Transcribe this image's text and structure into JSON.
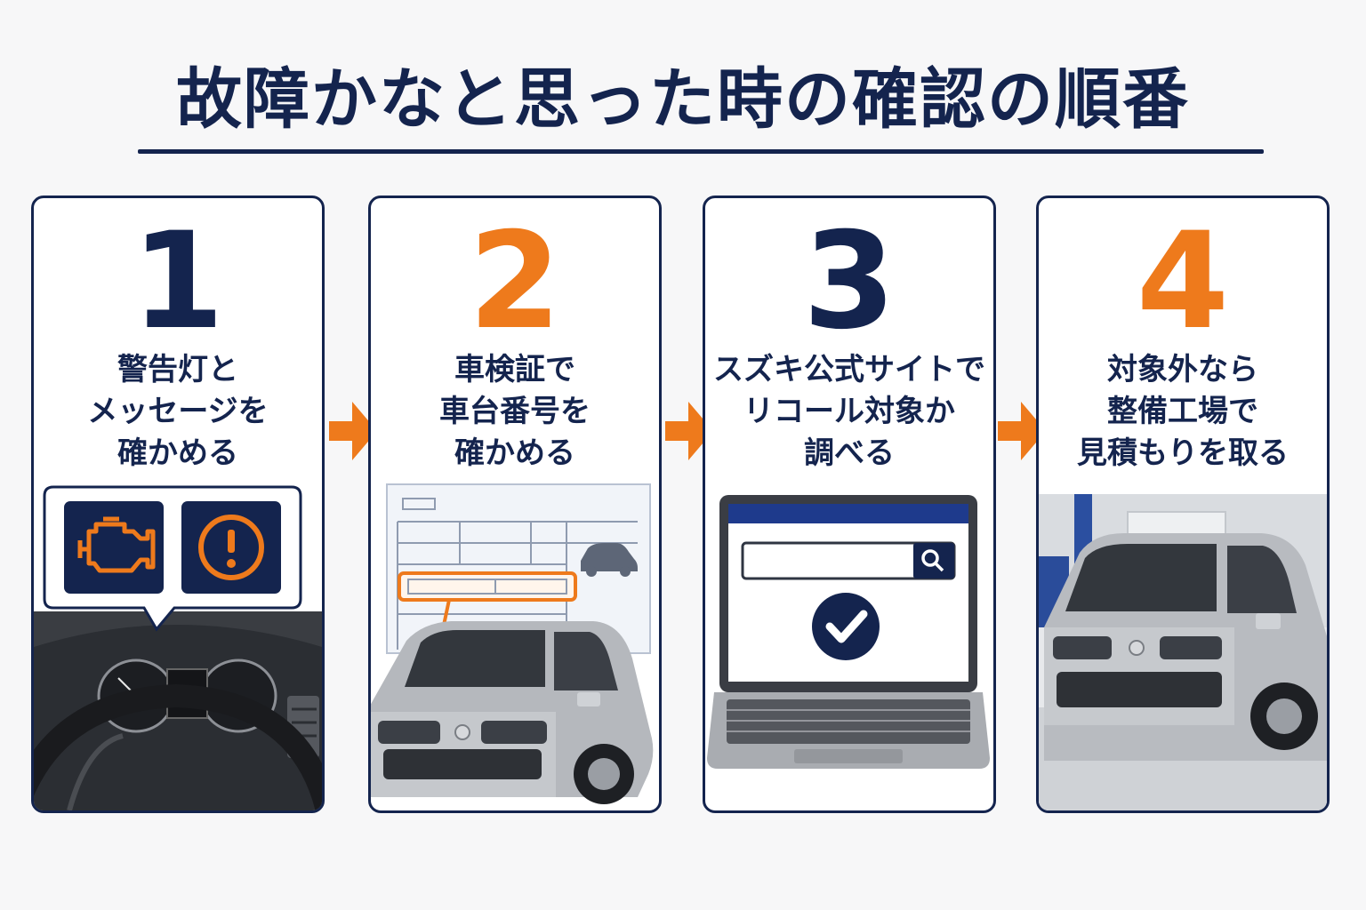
{
  "title": "故障かなと思った時の確認の順番",
  "colors": {
    "navy": "#14244e",
    "orange": "#ee7a1c",
    "background": "#f7f7f8"
  },
  "steps": [
    {
      "number": "1",
      "number_color": "navy",
      "lines": [
        "警告灯と",
        "メッセージを",
        "確かめる"
      ],
      "illustration": [
        "engine-warning-icon",
        "exclamation-warning-icon",
        "car-dashboard"
      ]
    },
    {
      "number": "2",
      "number_color": "orange",
      "lines": [
        "車検証で",
        "車台番号を",
        "確かめる"
      ],
      "illustration": [
        "registration-certificate",
        "car-icon",
        "kei-car"
      ]
    },
    {
      "number": "3",
      "number_color": "navy",
      "lines": [
        "スズキ公式サイトで",
        "リコール対象か",
        "調べる"
      ],
      "illustration": [
        "laptop",
        "search-icon",
        "check-icon"
      ]
    },
    {
      "number": "4",
      "number_color": "orange",
      "lines": [
        "対象外なら",
        "整備工場で",
        "見積もりを取る"
      ],
      "illustration": [
        "repair-garage",
        "kei-car"
      ]
    }
  ]
}
